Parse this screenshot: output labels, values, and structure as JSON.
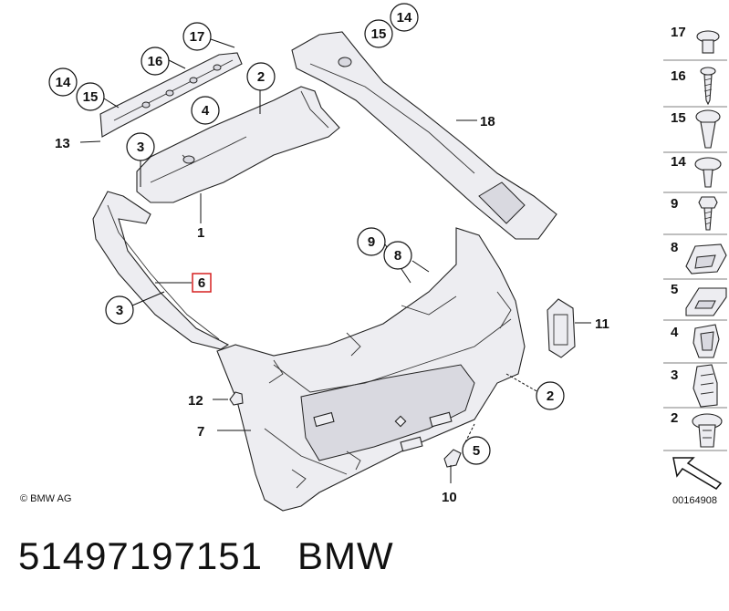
{
  "callouts": {
    "c17": "17",
    "c16": "16",
    "c14a": "14",
    "c15a": "15",
    "c13": "13",
    "c4": "4",
    "c2a": "2",
    "c3a": "3",
    "c1": "1",
    "c14b": "14",
    "c15b": "15",
    "c18": "18",
    "c9": "9",
    "c8": "8",
    "c6": "6",
    "c3b": "3",
    "c11": "11",
    "c2b": "2",
    "c12": "12",
    "c7": "7",
    "c5": "5",
    "c10": "10"
  },
  "legend": [
    {
      "number": "17",
      "icon": "push-rivet-icon"
    },
    {
      "number": "16",
      "icon": "screw-icon"
    },
    {
      "number": "15",
      "icon": "expanding-rivet-icon"
    },
    {
      "number": "14",
      "icon": "plastic-rivet-icon"
    },
    {
      "number": "9",
      "icon": "hex-screw-icon"
    },
    {
      "number": "8",
      "icon": "clip-nut-icon"
    },
    {
      "number": "5",
      "icon": "grommet-icon"
    },
    {
      "number": "4",
      "icon": "speed-nut-icon"
    },
    {
      "number": "3",
      "icon": "clamp-icon"
    },
    {
      "number": "2",
      "icon": "expanding-nut-icon"
    }
  ],
  "legend_arrow_icon": "direction-arrow-icon",
  "highlight_color": "#d62020",
  "copyright": "© BMW AG",
  "diagram_id": "00164908",
  "bottom_title": "51497197151   BMW"
}
